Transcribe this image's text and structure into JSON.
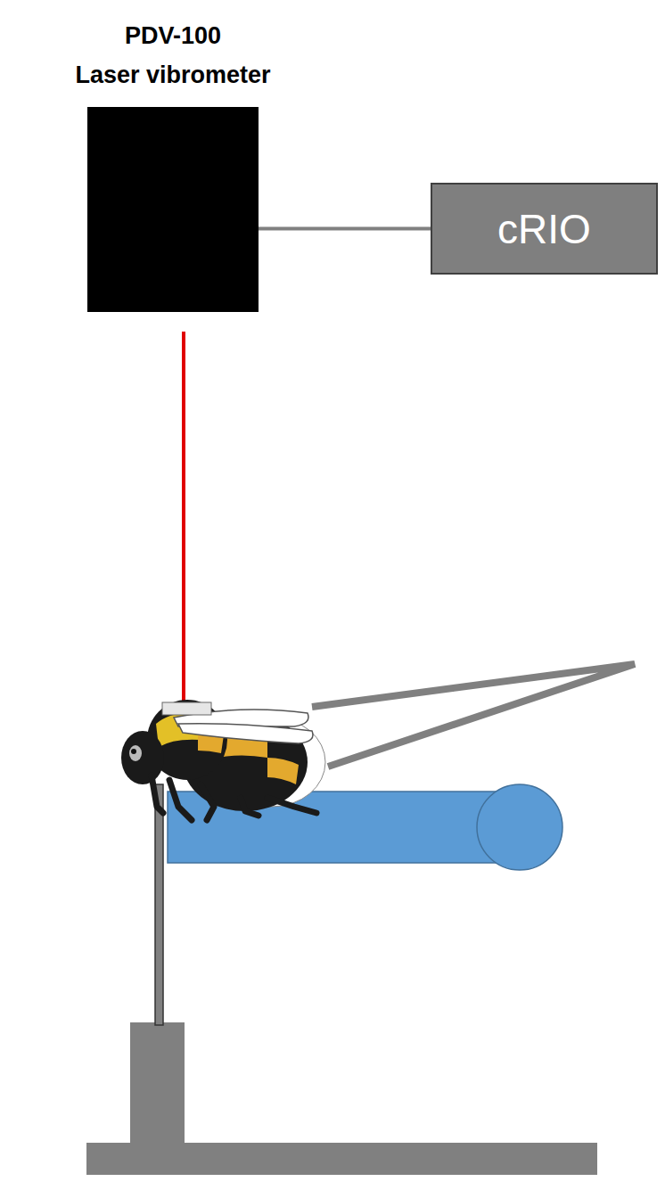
{
  "diagram": {
    "nodes": [
      {
        "text": [
          "PDV-100 Laser vibrometer"
        ]
      },
      {
        "text": [
          "cRIO"
        ]
      }
    ],
    "edges": [
      {
        "from": 0,
        "to": 1,
        "arrow": "none"
      }
    ]
  }
}
